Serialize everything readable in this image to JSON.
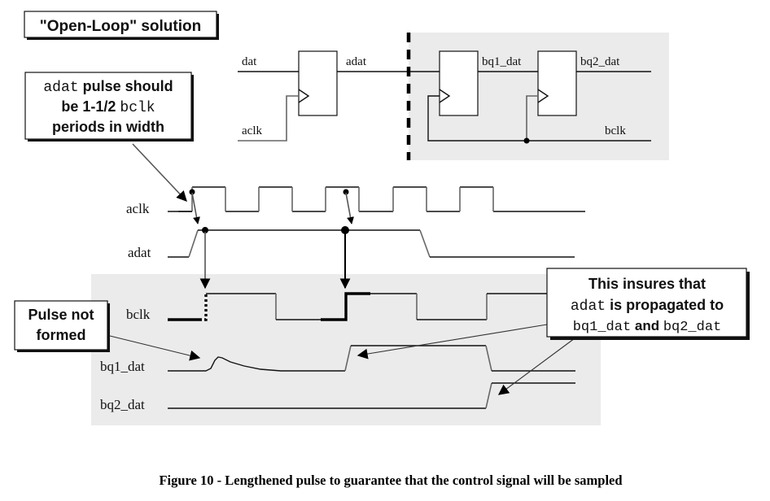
{
  "title_box": "\"Open-Loop\" solution",
  "callout_pulse_width": {
    "line1_mono": "adat",
    "line1_rest": " pulse should",
    "line2_pre": "be 1-1/2 ",
    "line2_mono": "bclk",
    "line3": "periods in width"
  },
  "callout_not_formed": {
    "line1": "Pulse not",
    "line2": "formed"
  },
  "callout_insures": {
    "line1": "This insures that",
    "line2_mono": "adat",
    "line2_rest": " is propagated to",
    "line3_mono1": "bq1_dat",
    "line3_and": " and ",
    "line3_mono2": "bq2_dat"
  },
  "schematic": {
    "labels": {
      "dat": "dat",
      "aclk": "aclk",
      "adat": "adat",
      "bq1_dat": "bq1_dat",
      "bq2_dat": "bq2_dat",
      "bclk": "bclk"
    },
    "flip_flops": [
      "adat-flop",
      "bq1-flop",
      "bq2-flop"
    ],
    "shaded_domain": "bclk"
  },
  "waveforms": {
    "signals": [
      "aclk",
      "adat",
      "bclk",
      "bq1_dat",
      "bq2_dat"
    ]
  },
  "colors": {
    "shade": "#ebebeb",
    "line": "#111111",
    "edge_gray": "#666666"
  },
  "caption": "Figure 10 - Lengthened pulse to guarantee that the control signal will be sampled"
}
